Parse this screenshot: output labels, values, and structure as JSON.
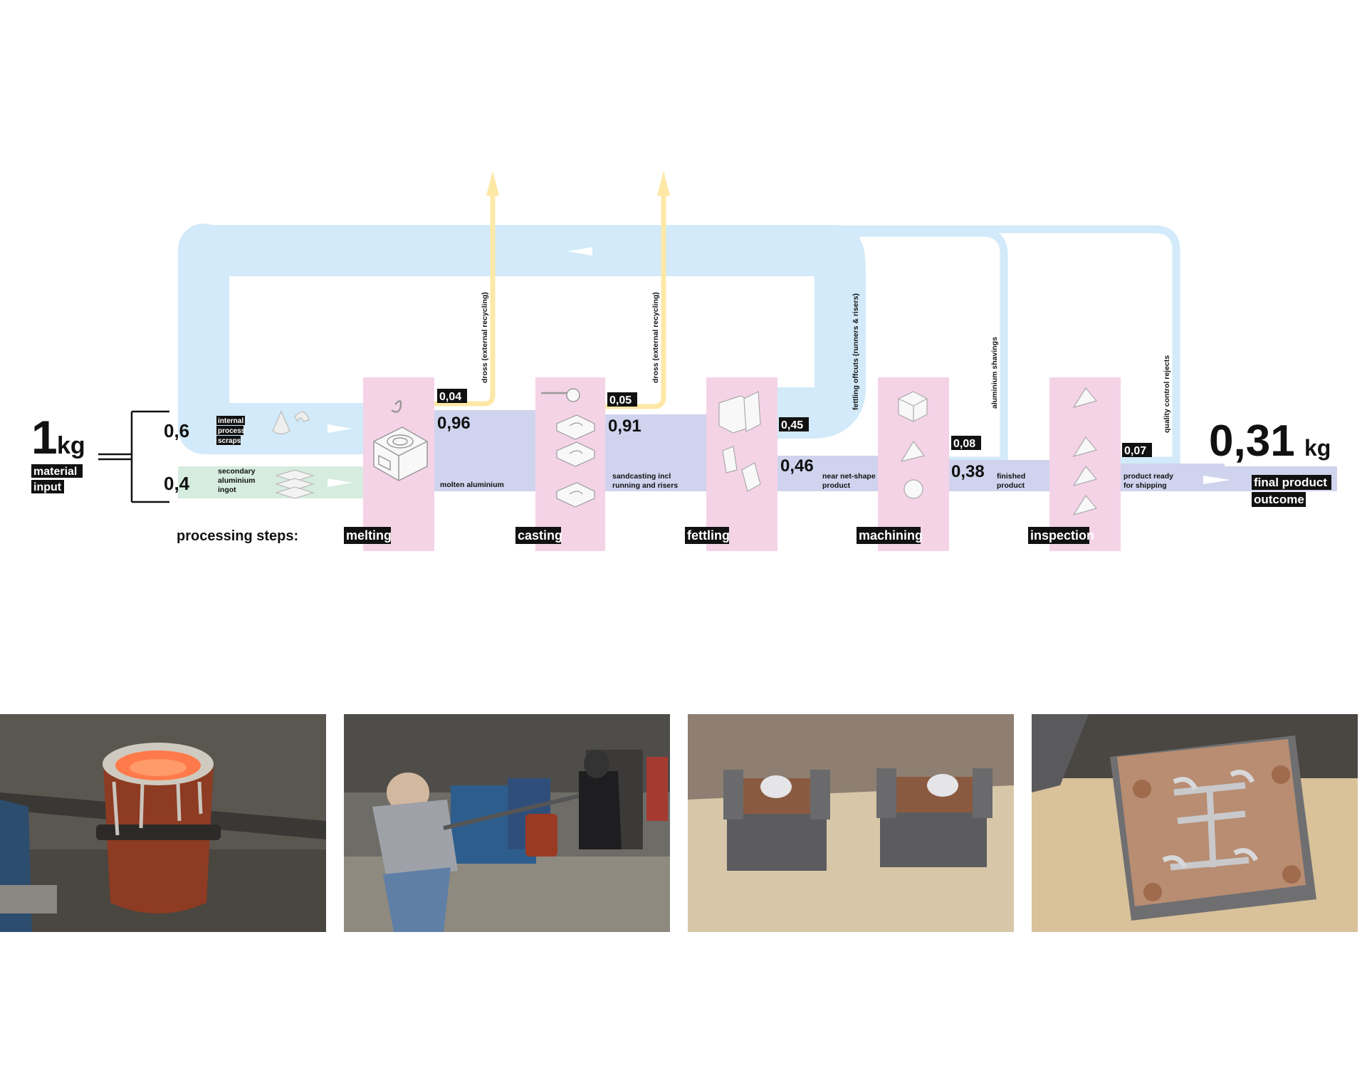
{
  "input": {
    "amount": "1",
    "unit": "kg",
    "label_line1": "material",
    "label_line2": "input"
  },
  "inputs": [
    {
      "value": "0,6",
      "text": [
        "internal",
        "process",
        "scraps"
      ]
    },
    {
      "value": "0,4",
      "text": [
        "secondary",
        "aluminium",
        "ingot"
      ]
    }
  ],
  "flows": [
    {
      "value": "0,96",
      "label": [
        "molten aluminium"
      ]
    },
    {
      "value": "0,91",
      "label": [
        "sandcasting incl",
        "running and risers"
      ]
    },
    {
      "value": "0,46",
      "label": [
        "near net-shape",
        "product"
      ]
    },
    {
      "value": "0,38",
      "label": [
        "finished",
        "product"
      ]
    }
  ],
  "outflows": [
    {
      "value": "0,04",
      "label": "dross (external recycling)"
    },
    {
      "value": "0,05",
      "label": "dross (external recycling)"
    },
    {
      "value": "0,45",
      "label": "fettling offcuts (runners & risers)"
    },
    {
      "value": "0,08",
      "label": "aluminium shavings"
    },
    {
      "value": "0,07",
      "label": "quality control rejects"
    }
  ],
  "final": {
    "label": [
      "product ready",
      "for shipping"
    ],
    "amount": "0,31",
    "unit": "kg",
    "label_line1": "final product",
    "label_line2": "outcome"
  },
  "steps_title": "processing steps:",
  "steps": [
    "melting",
    "casting",
    "fettling",
    "machining",
    "inspection"
  ],
  "colors": {
    "recycle_loop": "#d2eaf9",
    "dross": "#fde8a6",
    "main_flow": "#d0d3ee",
    "ingot_flow": "#d5ecdf",
    "step_column": "#f4d3e7",
    "label_box": "#111111"
  },
  "icons": [
    "scrap-cone-icon",
    "ingot-stack-icon",
    "furnace-icon",
    "ladle-icon",
    "mold-icon",
    "casting-part-icon",
    "cube-icon",
    "pyramid-icon",
    "sphere-icon"
  ],
  "photos": [
    {
      "name": "crucible-photo"
    },
    {
      "name": "pouring-photo"
    },
    {
      "name": "sand-mold-photo"
    },
    {
      "name": "casting-tree-photo"
    }
  ]
}
